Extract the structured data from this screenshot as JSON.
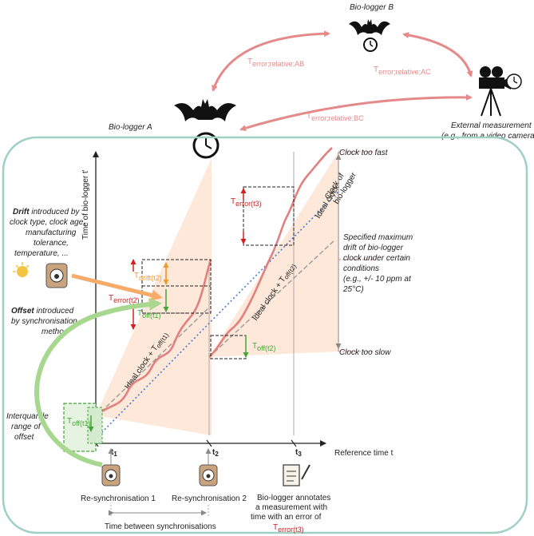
{
  "loggers": {
    "a_label": "Bio-logger A",
    "b_label": "Bio-logger B",
    "c_label_line1": "External measurement C",
    "c_label_line2": "(e.g., from a video camera)"
  },
  "relative_errors": {
    "ab": "T",
    "ab_sub": "error;relative;AB",
    "ac": "T",
    "ac_sub": "error;relative;AC",
    "bc": "T",
    "bc_sub": "error;relative;BC"
  },
  "axes": {
    "y_label": "Time of bio-logger t'",
    "x_label": "Reference time t",
    "t1": "t",
    "t1_sub": "1",
    "t2": "t",
    "t2_sub": "2",
    "t3": "t",
    "t3_sub": "3"
  },
  "annotations": {
    "drift_bold": "Drift",
    "drift_rest1": " introduced by",
    "drift_line2": "clock type, clock age,",
    "drift_line3": "manufacturing",
    "drift_line4": "tolerance,",
    "drift_line5": "temperature, ...",
    "offset_bold": "Offset",
    "offset_rest1": " introduced",
    "offset_line2": "by synchronisation",
    "offset_line3": "method",
    "iqr_line1": "Interquartile",
    "iqr_line2": "range of",
    "iqr_line3": "offset",
    "too_fast": "Clock too fast",
    "too_slow": "Clock too slow",
    "spec_line1": "Specified maximum",
    "spec_line2": "drift of bio-logger",
    "spec_line3": "clock under certain",
    "spec_line4": "conditions",
    "spec_line5": "(e.g., +/- 10 ppm at",
    "spec_line6": "25°C)",
    "clock_of_line1": "Clock of",
    "clock_of_line2": "bio-logger",
    "ideal_clock": "Ideal clock",
    "ideal_plus_off1": "Ideal clock + T",
    "ideal_plus_off1_sub": "off(t1)",
    "ideal_plus_off2": "Ideal clock + T",
    "ideal_plus_off2_sub": "off(t2)"
  },
  "labels": {
    "terror_t": "T",
    "terror_t2_sub": "error(t2)",
    "terror_t3_sub": "error(t3)",
    "tdrift_t": "T",
    "tdrift_t2_sub": "drift(t2)",
    "toff_t": "T",
    "toff_t1_sub": "off(t1)",
    "toff_t2_sub": "off(t2)"
  },
  "bottom": {
    "resync1": "Re-synchronisation 1",
    "resync2": "Re-synchronisation 2",
    "between": "Time between synchronisations",
    "annotates_line1": "Bio-logger annotates",
    "annotates_line2": "a measurement with",
    "annotates_line3": "time with an error of",
    "annotates_t": "T",
    "annotates_sub": "error(t3)"
  },
  "colors": {
    "panel_border": "#9fcfc5",
    "pink_arrow": "#e58a8a",
    "clock_curve": "#e27f7f",
    "fan_fill": "#fde4d2",
    "ideal_blue": "#4a78d0",
    "offset_green": "#45a53a",
    "drift_orange": "#f09a2c",
    "error_red": "#d62020"
  }
}
